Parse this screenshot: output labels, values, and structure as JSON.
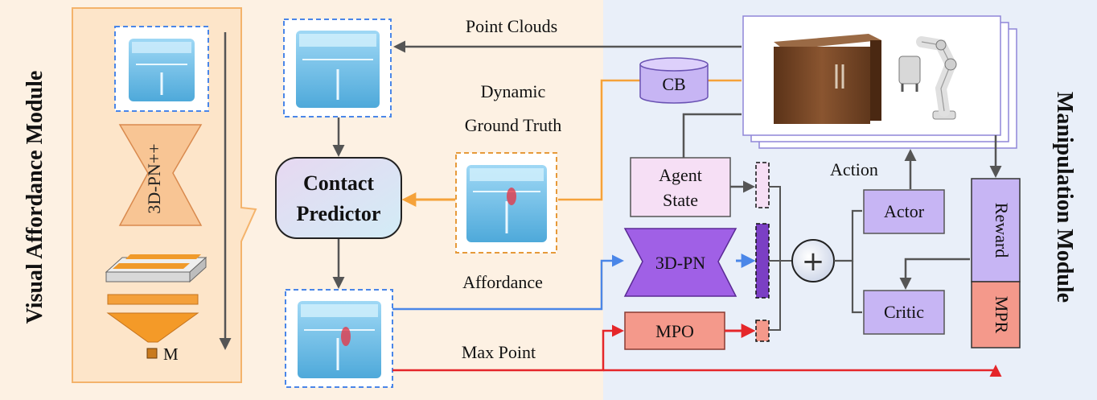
{
  "modules": {
    "left_title": "Visual Affordance Module",
    "right_title": "Manipulation Module"
  },
  "encoder": {
    "network_label": "3D-PN++",
    "output_label": "M"
  },
  "center": {
    "predictor_line1": "Contact",
    "predictor_line2": "Predictor"
  },
  "flows": {
    "point_clouds": "Point Clouds",
    "dynamic_gt_line1": "Dynamic",
    "dynamic_gt_line2": "Ground Truth",
    "affordance": "Affordance",
    "max_point": "Max Point",
    "action": "Action"
  },
  "rl": {
    "buffer": "CB",
    "agent_state_line1": "Agent",
    "agent_state_line2": "State",
    "pointnet": "3D-PN",
    "mpo": "MPO",
    "actor": "Actor",
    "critic": "Critic",
    "reward": "Reward",
    "mpr": "MPR",
    "sum_symbol": "+"
  },
  "colors": {
    "left_bg": "#fdf1e3",
    "right_bg": "#e9eff9",
    "orange": "#f5a23a",
    "blue_flow": "#4a86e8",
    "red_flow": "#e5262a",
    "gray_arrow": "#555555",
    "purple": "#c7b5f4",
    "dark_purple": "#7b3fc4",
    "salmon": "#f4998b",
    "agent_pink": "#f6dff5",
    "cabinet_blue": "#5bb7e6"
  }
}
